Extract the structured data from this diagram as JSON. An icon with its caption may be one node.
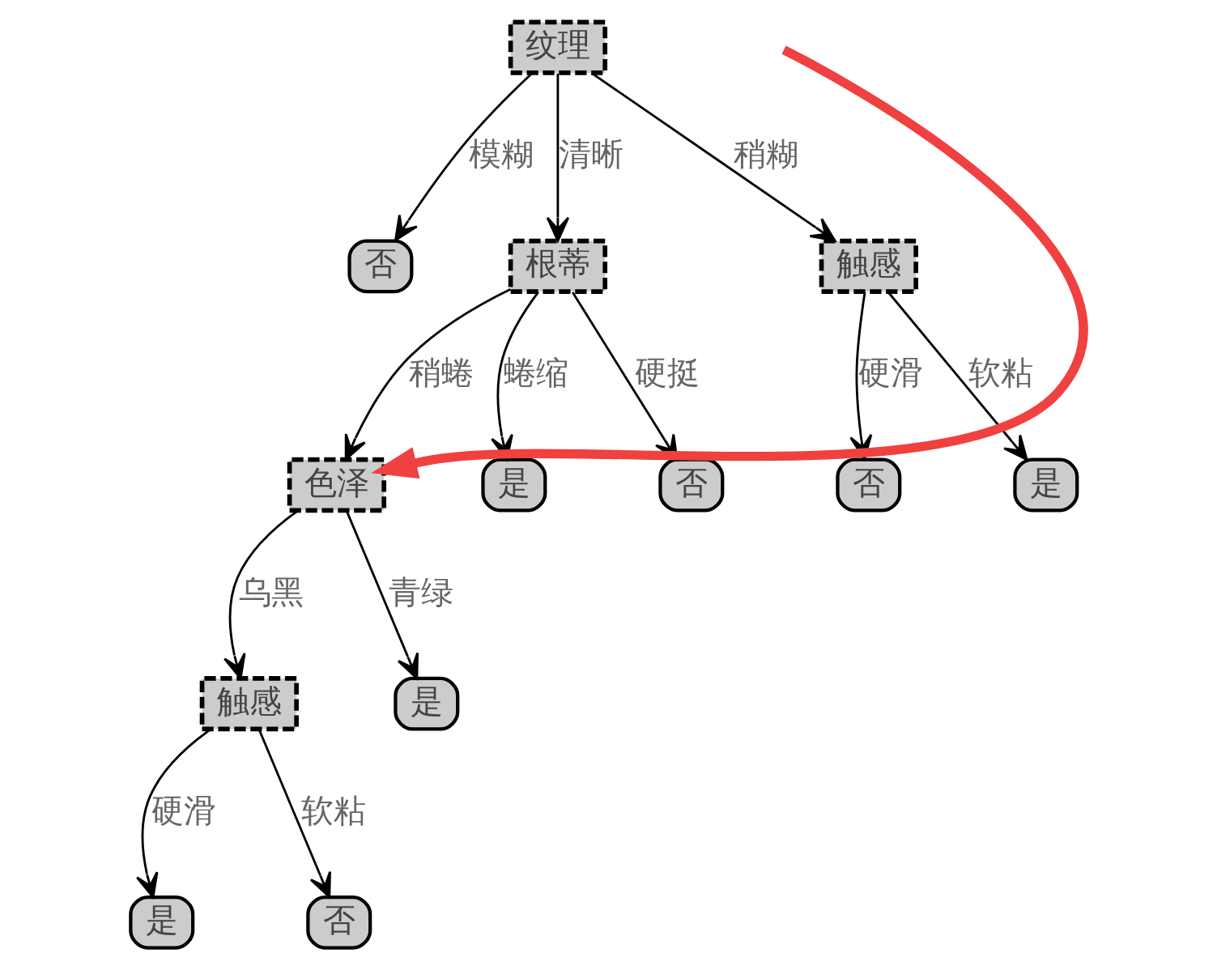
{
  "diagram": {
    "nodes": [
      {
        "text": [
          "纹理"
        ]
      },
      {
        "text": [
          "否"
        ]
      },
      {
        "text": [
          "根蒂"
        ]
      },
      {
        "text": [
          "触感"
        ]
      },
      {
        "text": [
          "色泽"
        ]
      },
      {
        "text": [
          "是"
        ]
      },
      {
        "text": [
          "否"
        ]
      },
      {
        "text": [
          "否"
        ]
      },
      {
        "text": [
          "是"
        ]
      },
      {
        "text": [
          "触感"
        ]
      },
      {
        "text": [
          "是"
        ]
      },
      {
        "text": [
          "是"
        ]
      },
      {
        "text": [
          "否"
        ]
      }
    ],
    "edges": [
      {
        "from": 0,
        "to": 1,
        "arrow": "to",
        "label": "模糊"
      },
      {
        "from": 0,
        "to": 2,
        "arrow": "to",
        "label": "清晰"
      },
      {
        "from": 0,
        "to": 3,
        "arrow": "to",
        "label": "稍糊"
      },
      {
        "from": 2,
        "to": 4,
        "arrow": "to",
        "label": "稍蜷"
      },
      {
        "from": 2,
        "to": 5,
        "arrow": "to",
        "label": "蜷缩"
      },
      {
        "from": 2,
        "to": 6,
        "arrow": "to",
        "label": "硬挺"
      },
      {
        "from": 3,
        "to": 7,
        "arrow": "to",
        "label": "硬滑"
      },
      {
        "from": 3,
        "to": 8,
        "arrow": "to",
        "label": "软粘"
      },
      {
        "from": 4,
        "to": 9,
        "arrow": "to",
        "label": "乌黑"
      },
      {
        "from": 4,
        "to": 10,
        "arrow": "to",
        "label": "青绿"
      },
      {
        "from": 9,
        "to": 11,
        "arrow": "to",
        "label": "硬滑"
      },
      {
        "from": 9,
        "to": 12,
        "arrow": "to",
        "label": "软粘"
      },
      {
        "from": null,
        "to": 4,
        "arrow": "to",
        "style": "thick",
        "color": "#f04040"
      }
    ]
  }
}
